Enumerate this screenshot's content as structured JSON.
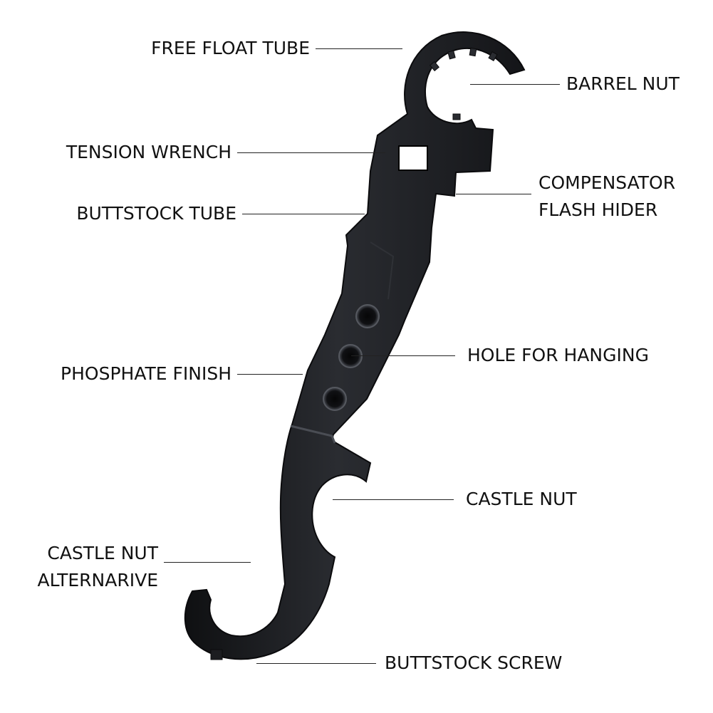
{
  "diagram": {
    "subject": "multi-tool armorer's wrench",
    "callouts": [
      {
        "id": "free-float-tube",
        "lines": [
          "FREE FLOAT TUBE"
        ]
      },
      {
        "id": "barrel-nut",
        "lines": [
          "BARREL NUT"
        ]
      },
      {
        "id": "tension-wrench",
        "lines": [
          "TENSION WRENCH"
        ]
      },
      {
        "id": "compensator-flash-hider",
        "lines": [
          "COMPENSATOR",
          "FLASH HIDER"
        ]
      },
      {
        "id": "buttstock-tube",
        "lines": [
          "BUTTSTOCK TUBE"
        ]
      },
      {
        "id": "hole-for-hanging",
        "lines": [
          "HOLE FOR HANGING"
        ]
      },
      {
        "id": "phosphate-finish",
        "lines": [
          "PHOSPHATE FINISH"
        ]
      },
      {
        "id": "castle-nut",
        "lines": [
          "CASTLE NUT"
        ]
      },
      {
        "id": "castle-nut-alternative",
        "lines": [
          "CASTLE NUT",
          "ALTERNARIVE"
        ]
      },
      {
        "id": "buttstock-screw",
        "lines": [
          "BUTTSTOCK SCREW"
        ]
      }
    ]
  },
  "colors": {
    "background": "#ffffff",
    "text": "#111111",
    "leader_line": "#222222",
    "tool_body": "#1c1d20",
    "tool_highlight": "#3a3c42",
    "tool_shadow": "#0c0c0e"
  }
}
